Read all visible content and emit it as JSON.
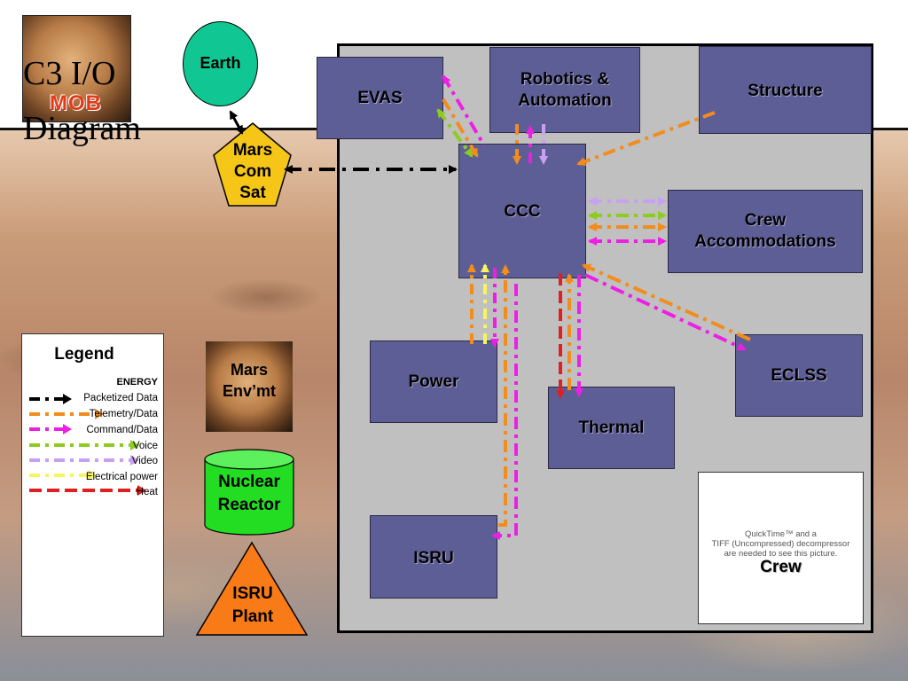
{
  "title": {
    "line1": "C3 I/O",
    "line2": "Diagram",
    "logo_text": "MOB"
  },
  "external_nodes": {
    "earth": "Earth",
    "mars_com_sat": [
      "Mars",
      "Com",
      "Sat"
    ],
    "mars_env": [
      "Mars",
      "Env’mt"
    ],
    "nuclear_reactor": [
      "Nuclear",
      "Reactor"
    ],
    "isru_plant": [
      "ISRU",
      "Plant"
    ]
  },
  "subsystems": {
    "evas": "EVAS",
    "robotics": [
      "Robotics &",
      "Automation"
    ],
    "structure": "Structure",
    "ccc": "CCC",
    "crew_accommodations": [
      "Crew",
      "Accommodations"
    ],
    "power": "Power",
    "thermal": "Thermal",
    "eclss": "ECLSS",
    "isru": "ISRU"
  },
  "crew_panel": {
    "placeholder_lines": [
      "QuickTime™ and a",
      "TIFF (Uncompressed) decompressor",
      "are needed to see this picture."
    ],
    "label": "Crew"
  },
  "legend": {
    "title": "Legend",
    "header": "ENERGY",
    "items": [
      {
        "label": "Packetized Data",
        "color": "#000000"
      },
      {
        "label": "Telemetry/Data",
        "color": "#f28c1c"
      },
      {
        "label": "Command/Data",
        "color": "#ee1fe5"
      },
      {
        "label": "Voice",
        "color": "#8ccc20"
      },
      {
        "label": "Video",
        "color": "#c8a0f0"
      },
      {
        "label": "Electrical power",
        "color": "#f5f560"
      },
      {
        "label": "Heat",
        "color": "#e02020"
      }
    ]
  },
  "colors": {
    "subsystem_fill": "#5e5e96",
    "panel_fill": "#c0c0c0",
    "earth_fill": "#10c793",
    "sat_fill": "#f5c518",
    "reactor_fill": "#22dd22",
    "isru_plant_fill": "#f87b18"
  }
}
